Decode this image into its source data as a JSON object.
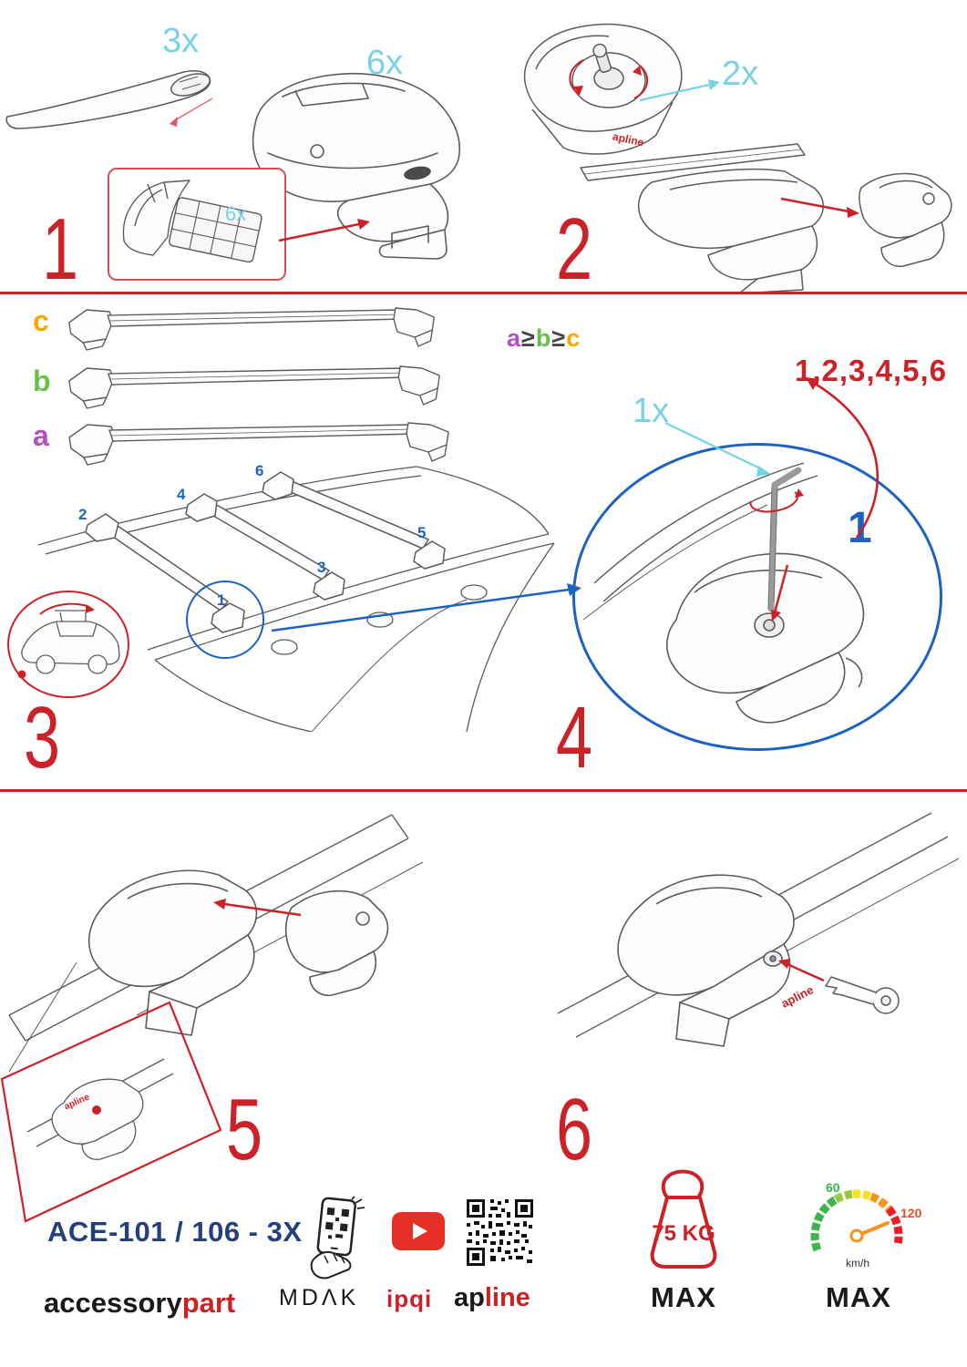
{
  "colors": {
    "accent_red": "#cd2128",
    "callout_cyan": "#79d2e4",
    "highlight_blue": "#1c63c1",
    "model_navy": "#24407c",
    "size_c_orange": "#f7a800",
    "size_b_green": "#6abf4b",
    "size_a_purple": "#b34fc5",
    "youtube_red": "#e62d26",
    "speed_green": "#3db54a",
    "speed_red": "#ed1c24"
  },
  "steps": {
    "s1": {
      "number": "1",
      "bar_qty": "3x",
      "foot_qty": "6x",
      "pad_qty": "6x"
    },
    "s2": {
      "number": "2",
      "key_qty": "2x",
      "brand": "apline"
    },
    "s3": {
      "number": "3",
      "variant_top": "c",
      "variant_middle": "b",
      "variant_bottom": "a",
      "positions": [
        "1",
        "2",
        "3",
        "4",
        "5",
        "6"
      ]
    },
    "s4": {
      "number": "4",
      "tool_qty": "1x",
      "sequence": "1,2,3,4,5,6",
      "start": "1"
    },
    "s5": {
      "number": "5",
      "brand": "apline"
    },
    "s6": {
      "number": "6",
      "brand": "apline"
    }
  },
  "size_rule": {
    "a": "a",
    "ge1": "≥",
    "b": "b",
    "ge2": "≥",
    "c": "c"
  },
  "footer": {
    "model": "ACE-101 / 106 - 3X",
    "brand_black": "accessory",
    "brand_red": "part",
    "partner_mdak": "MDΛK",
    "partner_ipqi": "ipqi",
    "apline_black": "ap",
    "apline_red": "line",
    "max_weight": "75 KG",
    "max_weight_label": "MAX",
    "speed_min": "60",
    "speed_max": "120",
    "speed_unit": "km/h",
    "speed_label": "MAX"
  }
}
